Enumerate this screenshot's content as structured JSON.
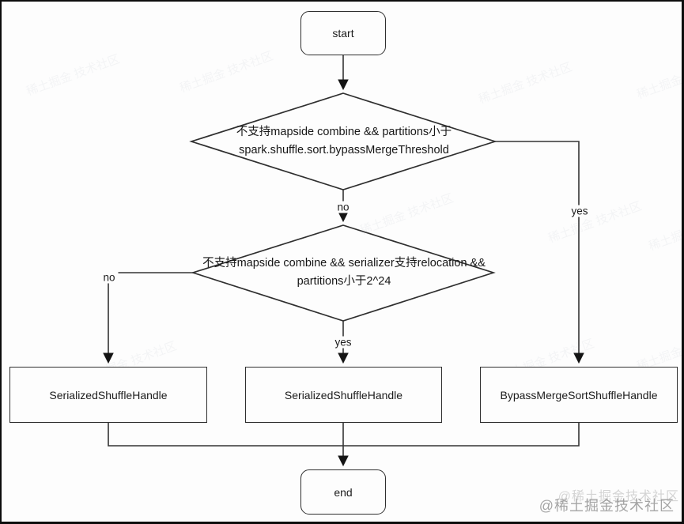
{
  "diagram": {
    "nodes": {
      "start": {
        "label": "start"
      },
      "decision1": {
        "line1": "不支持mapside combine &&  partitions小于",
        "line2": "spark.shuffle.sort.bypassMergeThreshold"
      },
      "decision2": {
        "line1": "不支持mapside combine &&  serializer支持relocation &&",
        "line2": "partitions小于2^24"
      },
      "result_left": {
        "label": "SerializedShuffleHandle"
      },
      "result_middle": {
        "label": "SerializedShuffleHandle"
      },
      "result_right": {
        "label": "BypassMergeSortShuffleHandle"
      },
      "end": {
        "label": "end"
      }
    },
    "edge_labels": {
      "decision1_no": "no",
      "decision1_yes": "yes",
      "decision2_no": "no",
      "decision2_yes": "yes"
    }
  },
  "watermark": {
    "tile_text": "稀土掘金 技术社区",
    "badge_text": "@稀土掘金技术社区"
  },
  "colors": {
    "line": "#343434",
    "node_border": "#2f2f2f",
    "text": "#1c1c1c",
    "background": "#fdfdfd"
  }
}
